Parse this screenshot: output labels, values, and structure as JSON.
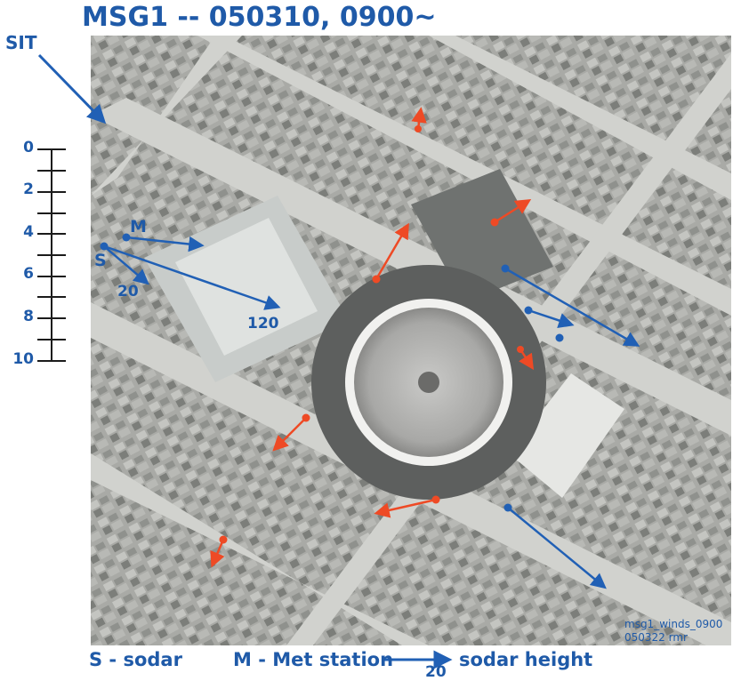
{
  "title": "MSG1 -- 050310, 0900~",
  "site_label": "SIT",
  "scale": {
    "ticks": [
      "0",
      "2",
      "4",
      "6",
      "8",
      "10"
    ]
  },
  "labels": {
    "met": "M",
    "sodar": "S",
    "sodar_20": "20",
    "sodar_120": "120"
  },
  "legend": {
    "sodar": "S - sodar",
    "met": "M - Met station",
    "height_value": "20",
    "height_text": "sodar height"
  },
  "credit": {
    "line1": "msg1_winds_0900",
    "line2": "050322    rmr"
  },
  "colors": {
    "label_blue": "#1f5aa8",
    "arrow_blue": "#2160b5",
    "arrow_red": "#ee4a25"
  }
}
